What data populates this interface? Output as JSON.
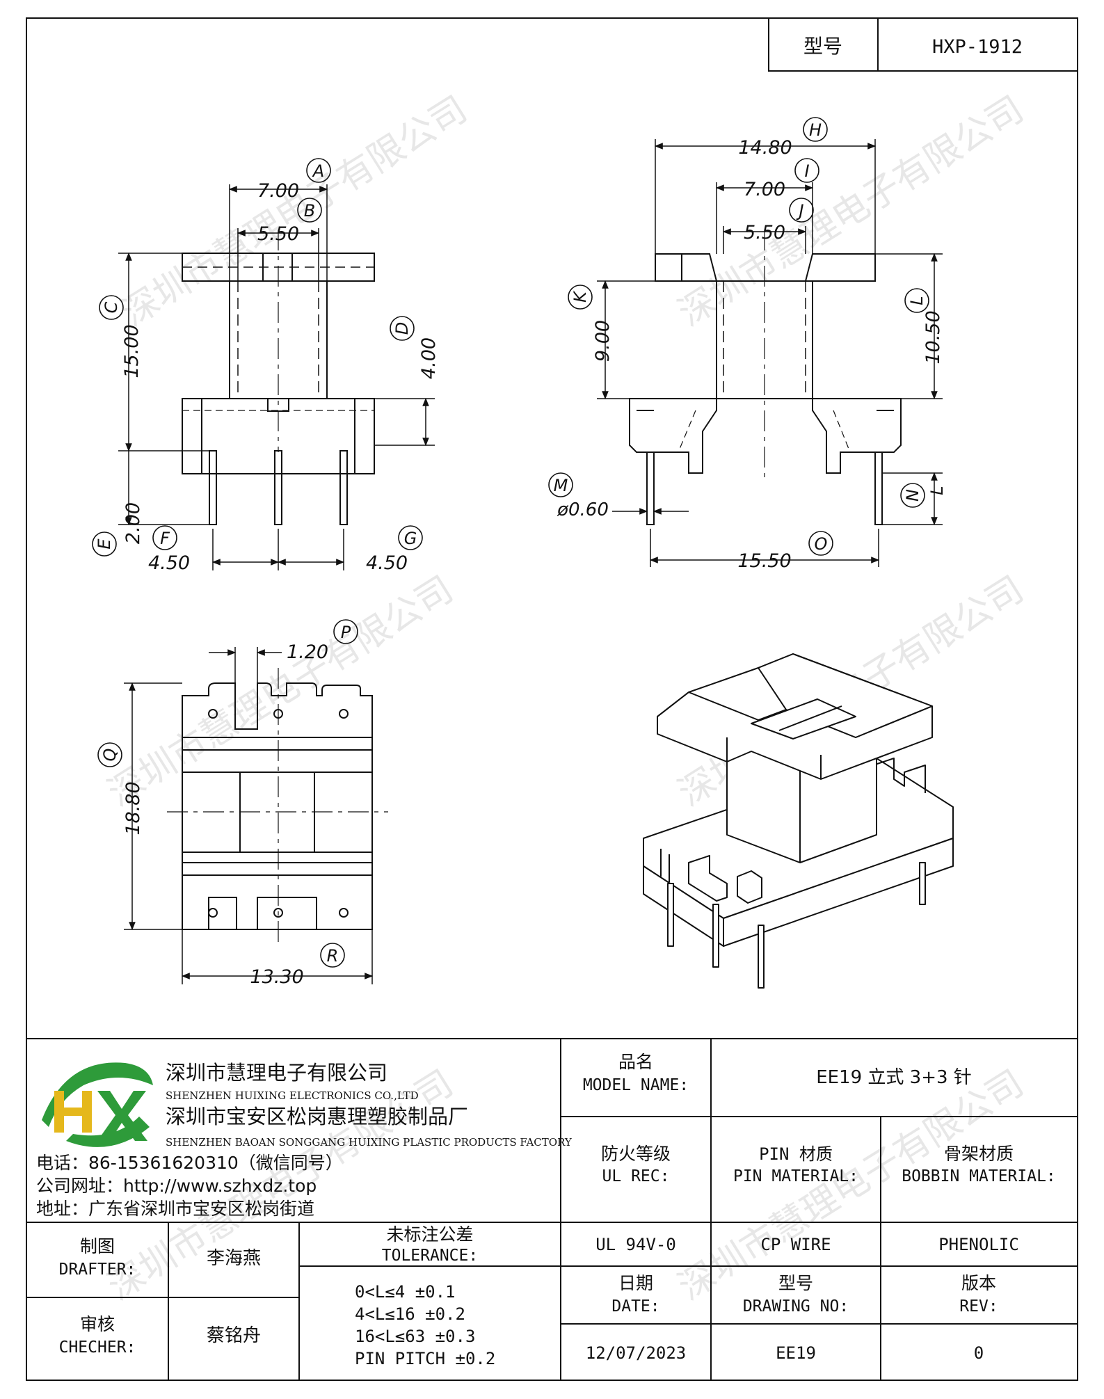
{
  "header": {
    "model_label": "型号",
    "model_value": "HXP-1912"
  },
  "watermark": "深圳市慧理电子有限公司",
  "views": {
    "front": {
      "dims": {
        "a": "7.00",
        "b": "5.50",
        "c": "15.00",
        "d": "4.00",
        "e": "2.00",
        "f": "4.50",
        "g": "4.50"
      },
      "markers": {
        "a": "A",
        "b": "B",
        "c": "C",
        "d": "D",
        "e": "E",
        "f": "F",
        "g": "G"
      }
    },
    "side": {
      "dims": {
        "h": "14.80",
        "i": "7.00",
        "j": "5.50",
        "k": "9.00",
        "l": "10.50",
        "m": "ø0.60",
        "n": "L",
        "o": "15.50"
      },
      "markers": {
        "h": "H",
        "i": "I",
        "j": "J",
        "k": "K",
        "l": "L",
        "m": "M",
        "n": "N",
        "o": "O"
      }
    },
    "bottom": {
      "dims": {
        "p": "1.20",
        "q": "18.80",
        "r": "13.30"
      },
      "markers": {
        "p": "P",
        "q": "Q",
        "r": "R"
      }
    }
  },
  "company": {
    "logo_text": "HX",
    "name_cn": "深圳市慧理电子有限公司",
    "name_en": "SHENZHEN HUIXING ELECTRONICS CO.,LTD",
    "factory_cn": "深圳市宝安区松岗惠理塑胶制品厂",
    "factory_en": "SHENZHEN BAOAN SONGGANG HUIXING PLASTIC PRODUCTS FACTORY",
    "phone": "电话：86-15361620310（微信同号）",
    "website": "公司网址：http://www.szhxdz.top",
    "address": "地址：广东省深圳市宝安区松岗街道"
  },
  "title_block": {
    "model_name_cn": "品名",
    "model_name_en": "MODEL NAME:",
    "model_name_value": "EE19 立式 3+3 针",
    "ul_cn": "防火等级",
    "ul_en": "UL REC:",
    "pin_cn": "PIN 材质",
    "pin_en": "PIN MATERIAL:",
    "bobbin_cn": "骨架材质",
    "bobbin_en": "BOBBIN MATERIAL:",
    "ul_value": "UL 94V-0",
    "pin_value": "CP WIRE",
    "bobbin_value": "PHENOLIC",
    "drafter_cn": "制图",
    "drafter_en": "DRAFTER:",
    "drafter_name": "李海燕",
    "checker_cn": "审核",
    "checker_en": "CHECHER:",
    "checker_name": "蔡铭舟",
    "tolerance_cn": "未标注公差",
    "tolerance_en": "TOLERANCE:",
    "tolerance_lines": [
      "0<L≤4  ±0.1",
      "4<L≤16 ±0.2",
      "16<L≤63 ±0.3",
      "PIN PITCH ±0.2"
    ],
    "date_cn": "日期",
    "date_en": "DATE:",
    "date_value": "12/07/2023",
    "drawing_cn": "型号",
    "drawing_en": "DRAWING NO:",
    "drawing_value": "EE19",
    "rev_cn": "版本",
    "rev_en": "REV:",
    "rev_value": "0"
  },
  "colors": {
    "line": "#111111",
    "logo_green": "#2e9b3a",
    "logo_yellow": "#e5b81c"
  }
}
